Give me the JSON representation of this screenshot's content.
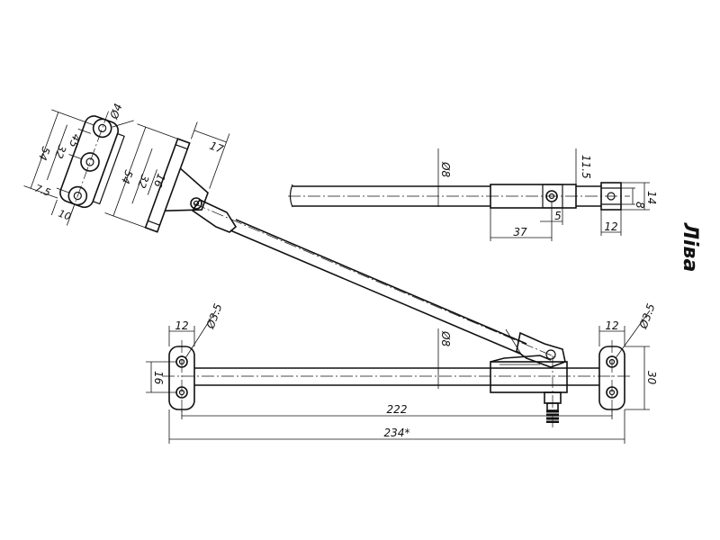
{
  "title": "Ліва",
  "dimensions": {
    "left_holes_d": "Ø4",
    "left_total_h": "54",
    "left_mid_h": "32",
    "left_small_h": "45",
    "left_offset_a": "7.5",
    "left_offset_b": "10",
    "mid_w": "17",
    "mid_total_h": "54",
    "mid_mid_h": "32",
    "mid_small_h": "16",
    "top_rod_d": "Ø8",
    "top_block_h": "11.5",
    "top_block_len": "37",
    "top_hole_off": "5",
    "top_end_h1": "14",
    "top_end_h2": "8",
    "top_end_w": "12",
    "bar_left_w": "12",
    "bar_left_hole": "Ø3.5",
    "bar_left_h": "16",
    "bar_right_w": "12",
    "bar_right_hole": "Ø3.5",
    "bar_right_h": "30",
    "bar_rod_d": "Ø8",
    "bar_len_inner": "222",
    "bar_len_total": "234*"
  }
}
